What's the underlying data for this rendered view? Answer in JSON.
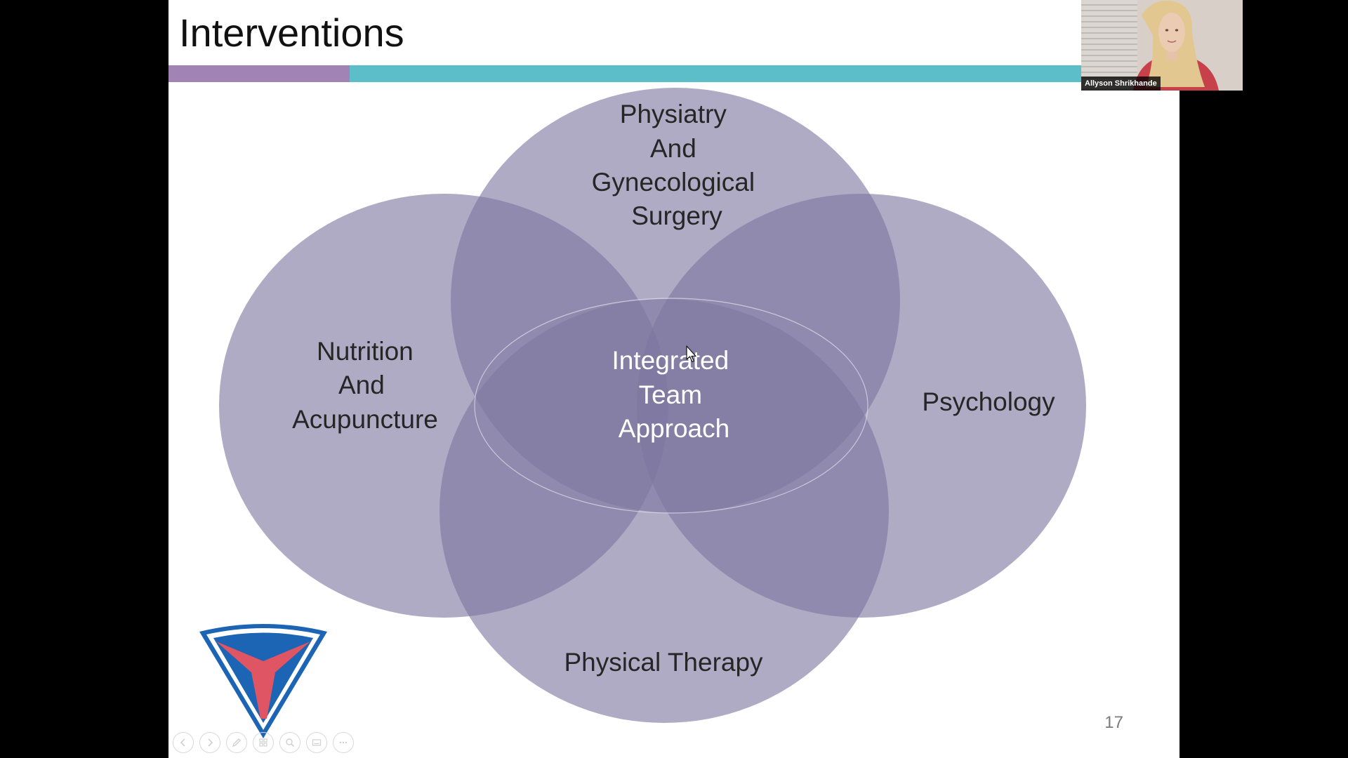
{
  "slide": {
    "title": "Interventions",
    "page_number": "17",
    "colors": {
      "background": "#ffffff",
      "title_bar_purple": "#a283b6",
      "title_bar_teal": "#5bbec8",
      "circle_fill": "#7e779f",
      "label_dark": "#262626",
      "label_light": "#ffffff"
    }
  },
  "venn": {
    "top_label": [
      "Physiatry",
      "And",
      "Gynecological",
      "Surgery"
    ],
    "left_label": [
      "Nutrition",
      "And",
      "Acupuncture"
    ],
    "right_label": [
      "Psychology"
    ],
    "bottom_label": [
      "Physical Therapy"
    ],
    "center_label": [
      "Integrated",
      "Team",
      "Approach"
    ]
  },
  "webcam": {
    "participant_name": "Allyson Shrikhande"
  },
  "toolbar": {
    "buttons": [
      "previous-icon",
      "next-icon",
      "pen-icon",
      "slides-icon",
      "zoom-icon",
      "subtitle-icon",
      "more-icon"
    ]
  }
}
